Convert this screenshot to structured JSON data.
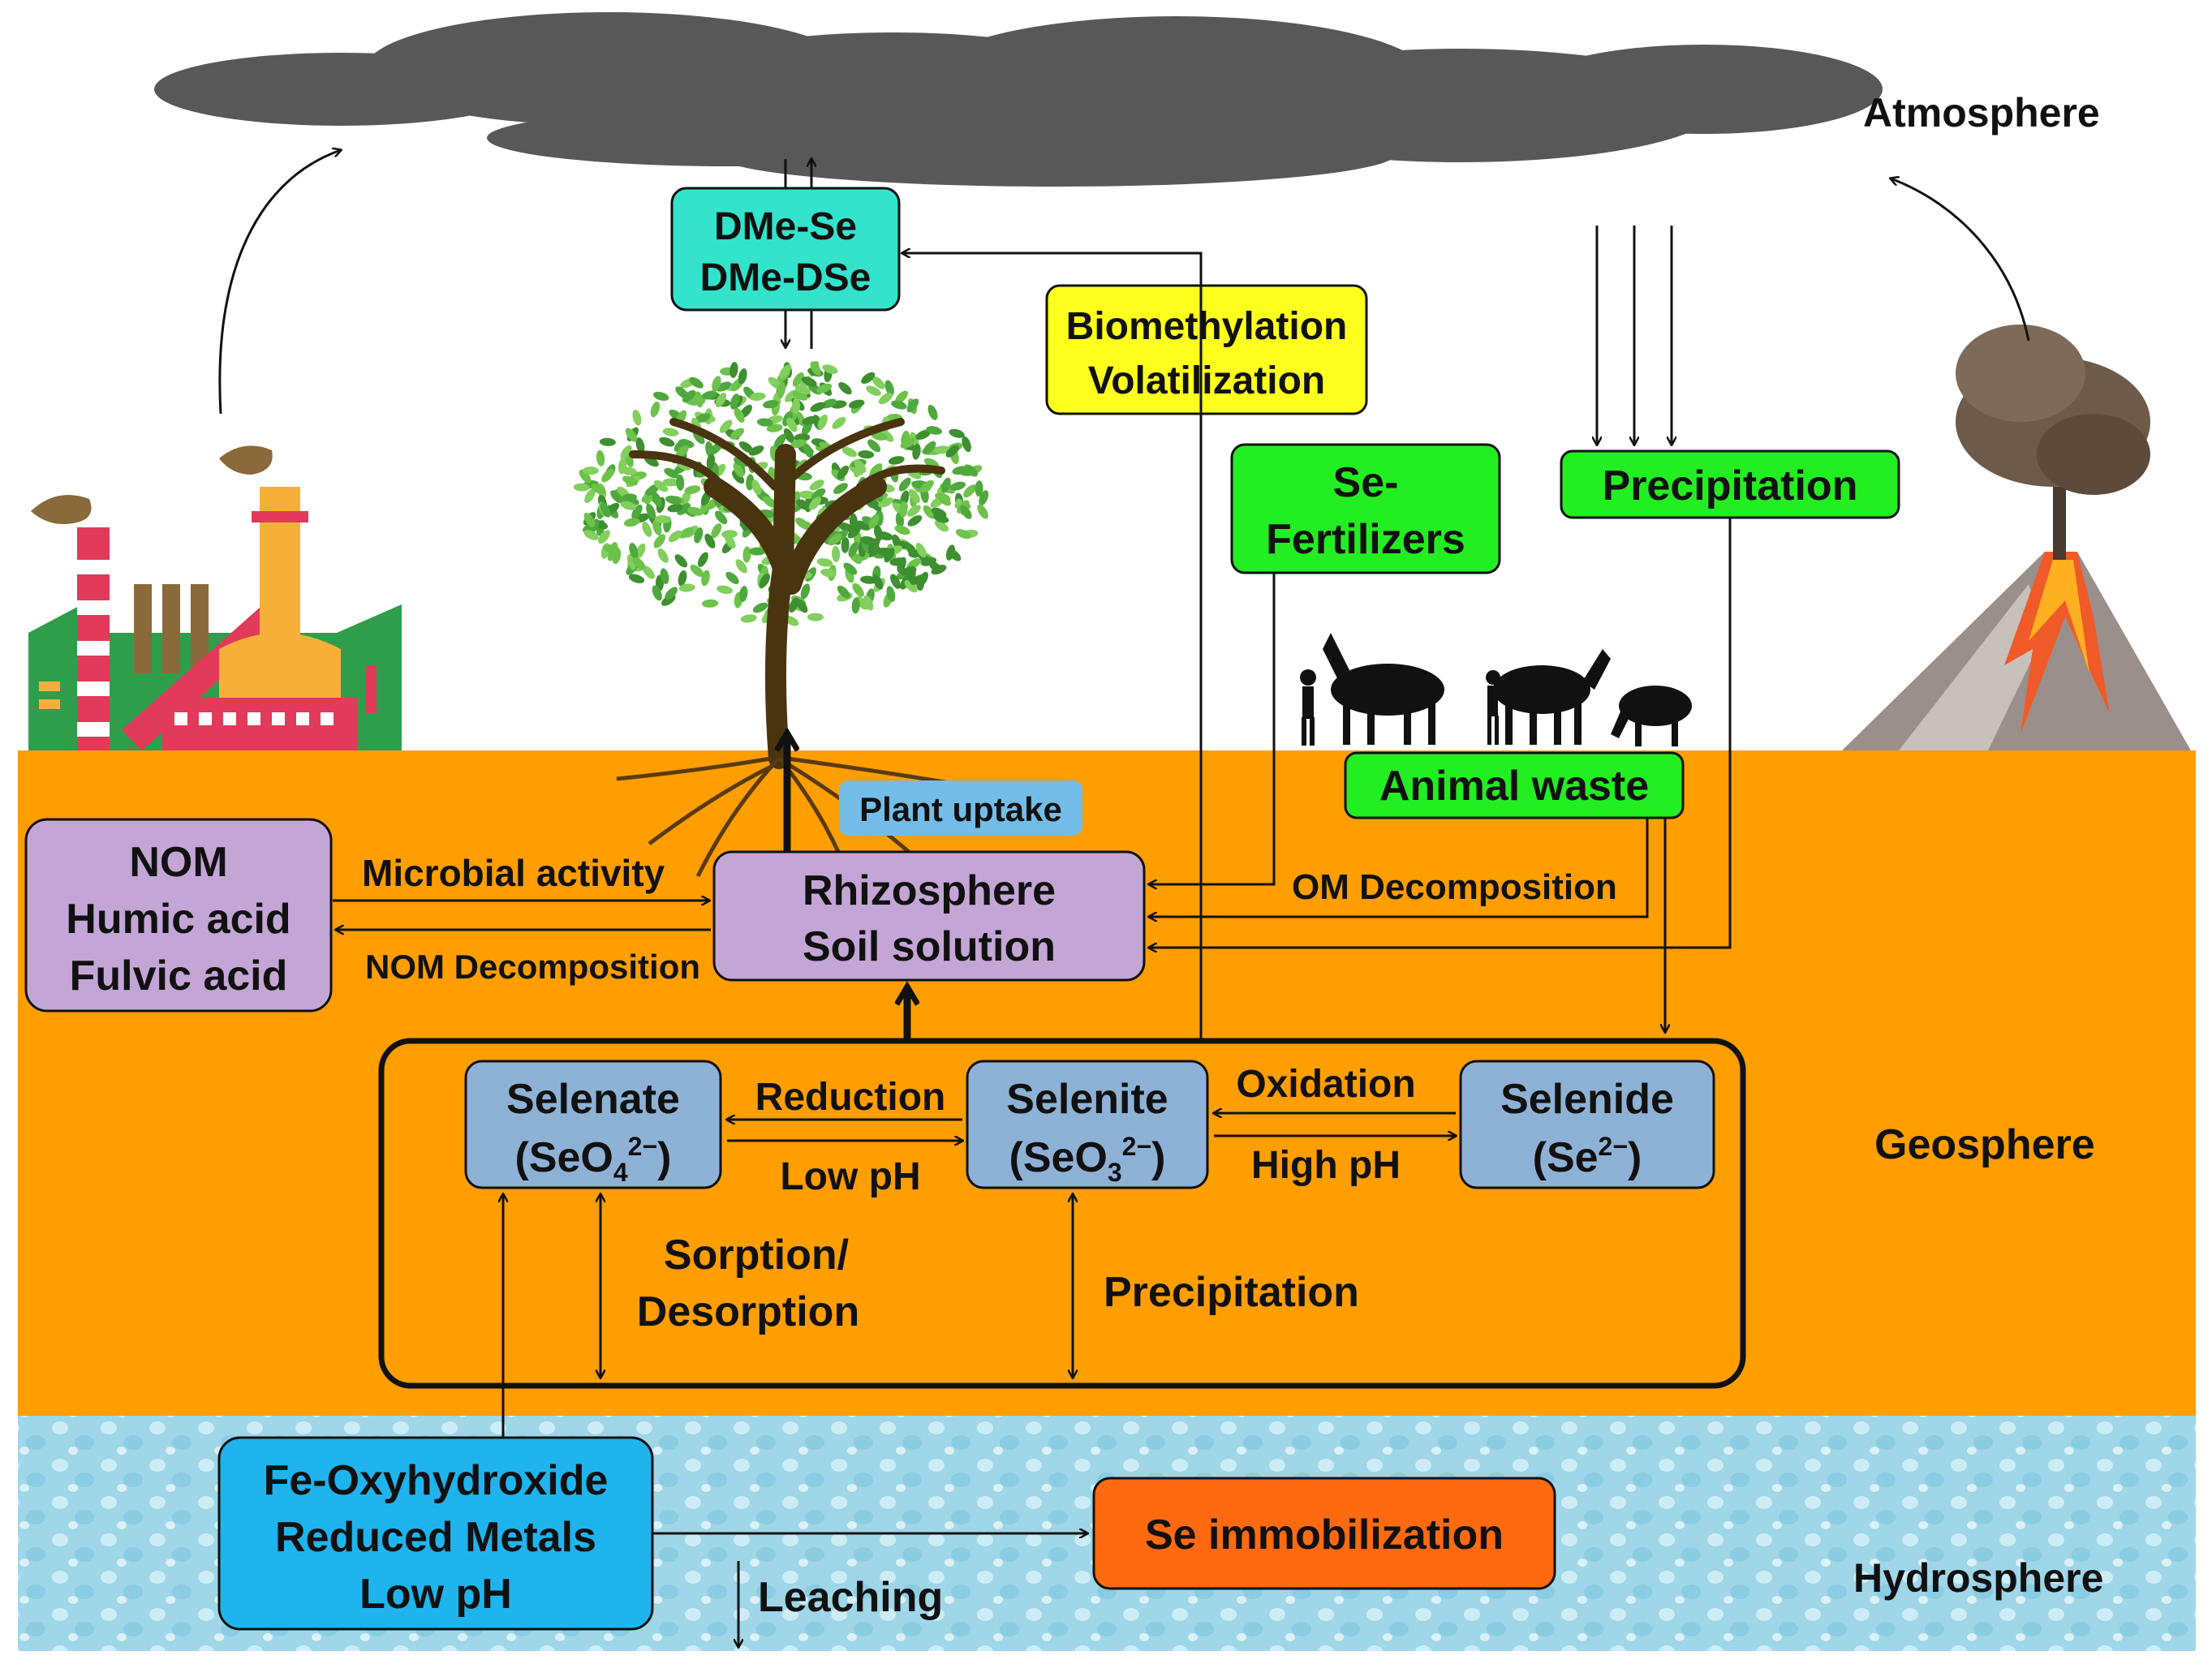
{
  "zones": {
    "atmosphere": "Atmosphere",
    "geosphere": "Geosphere",
    "hydrosphere": "Hydrosphere"
  },
  "boxes": {
    "dme": {
      "line1": "DMe-Se",
      "line2": "DMe-DSe"
    },
    "biomethylation": {
      "line1": "Biomethylation",
      "line2": "Volatilization"
    },
    "se_fertilizers": {
      "line1": "Se-",
      "line2": "Fertilizers"
    },
    "precipitation_top": "Precipitation",
    "animal_waste": "Animal waste",
    "plant_uptake": "Plant uptake",
    "nom": {
      "line1": "NOM",
      "line2": "Humic acid",
      "line3": "Fulvic acid"
    },
    "rhizosphere": {
      "line1": "Rhizosphere",
      "line2": "Soil solution"
    },
    "selenate": {
      "name": "Selenate",
      "open": "(SeO",
      "sub": "4",
      "sup": "2−",
      "close": ")"
    },
    "selenite": {
      "name": "Selenite",
      "open": "(SeO",
      "sub": "3",
      "sup": "2−",
      "close": ")"
    },
    "selenide": {
      "name": "Selenide",
      "open": "(Se",
      "sup": "2−",
      "close": ")"
    },
    "fe_oxy": {
      "line1": "Fe-Oxyhydroxide",
      "line2": "Reduced Metals",
      "line3": "Low pH"
    },
    "se_immobilization": "Se immobilization"
  },
  "labels": {
    "microbial_activity": "Microbial activity",
    "nom_decomposition": "NOM Decomposition",
    "om_decomposition": "OM Decomposition",
    "reduction": "Reduction",
    "low_ph": "Low pH",
    "oxidation": "Oxidation",
    "high_ph": "High pH",
    "sorption": "Sorption/",
    "desorption": "Desorption",
    "precipitation_soil": "Precipitation",
    "leaching": "Leaching"
  },
  "colors": {
    "soil": "#FF9E00",
    "water": "#9FD6E8",
    "cyan_box": "#33E3CC",
    "yellow_box": "#FFFF1E",
    "green_box": "#22EE22",
    "plant_uptake_box": "#73BDE8",
    "lavender_box": "#C4A6D6",
    "species_box": "#8EB2D6",
    "fe_box": "#1FB4EE",
    "orange_box": "#FF6A10",
    "cloud": "#4A4A4A"
  }
}
